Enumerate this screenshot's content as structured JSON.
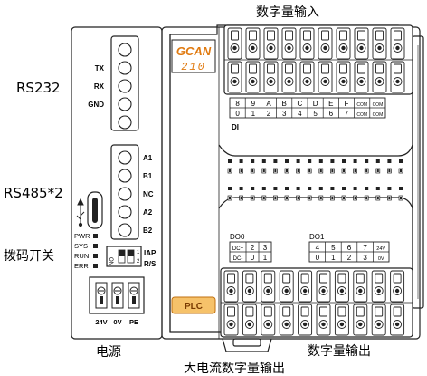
{
  "external_labels": {
    "digital_input": "数字量输入",
    "rs232": "RS232",
    "rs485": "RS485*2",
    "dip_switch": "拨码开关",
    "power": "电源",
    "high_current_output": "大电流数字量输出",
    "digital_output": "数字量输出"
  },
  "rs232_terminals": [
    "TX",
    "RX",
    "GND"
  ],
  "rs485_terminals": [
    "A1",
    "B1",
    "NC",
    "A2",
    "B2"
  ],
  "leds": [
    "PWR",
    "SYS",
    "RUN",
    "ERR"
  ],
  "dip": {
    "on_label": "ON",
    "pos1": "1",
    "pos2": "2",
    "iap": "IAP",
    "rs": "R/S"
  },
  "power_terminals": [
    "24V",
    "0V",
    "PE"
  ],
  "brand": {
    "logo": "GCAN",
    "model": "210",
    "plc_badge": "PLC"
  },
  "di": {
    "row1": [
      "8",
      "9",
      "A",
      "B",
      "C",
      "D",
      "E",
      "F",
      "COM",
      "COM"
    ],
    "row2": [
      "0",
      "1",
      "2",
      "3",
      "4",
      "5",
      "6",
      "7",
      "COM",
      "COM"
    ],
    "label": "DI"
  },
  "do0": {
    "title": "DO0",
    "row1": [
      "DC+",
      "2",
      "3"
    ],
    "row2": [
      "DC-",
      "0",
      "1"
    ]
  },
  "do1": {
    "title": "DO1",
    "row1": [
      "4",
      "5",
      "6",
      "7",
      "24V"
    ],
    "row2": [
      "0",
      "1",
      "2",
      "3",
      "0V"
    ]
  },
  "colors": {
    "line": "#222222",
    "badge": "#e8a020",
    "logo": "#e07a10"
  }
}
